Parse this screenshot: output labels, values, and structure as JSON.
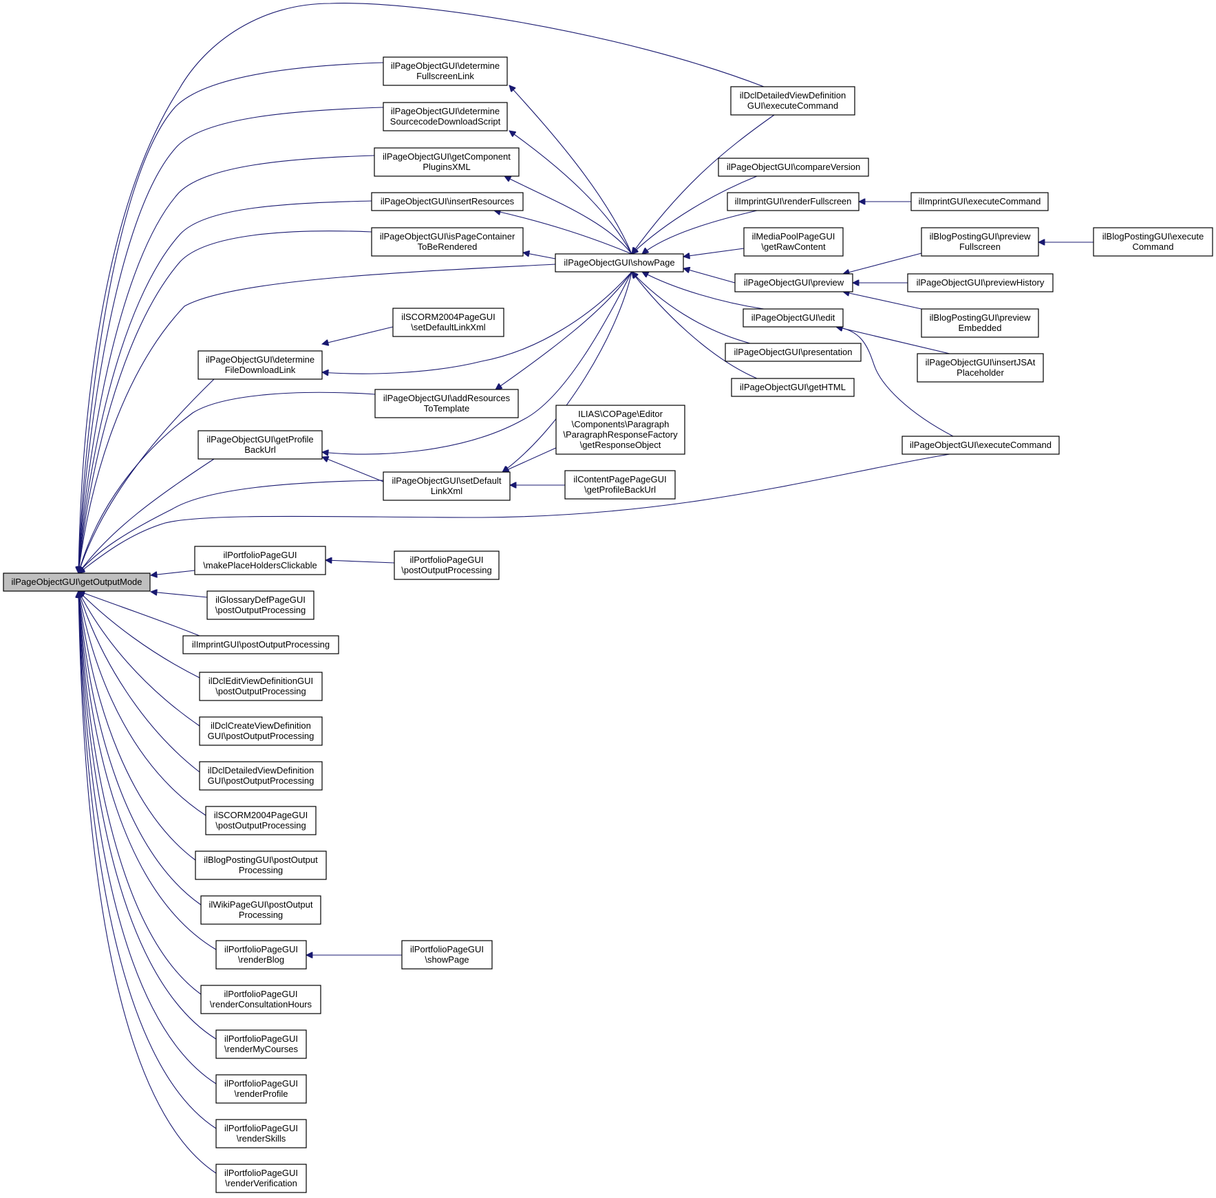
{
  "diagram": {
    "colors": {
      "edge": "#191970",
      "root_fill": "#bfbfbf",
      "node_fill": "#ffffff",
      "node_stroke": "#000000"
    },
    "nodes": [
      {
        "id": "root",
        "lines": [
          "ilPageObjectGUI\\getOutputMode"
        ],
        "root": true
      },
      {
        "id": "detFullscreen",
        "lines": [
          "ilPageObjectGUI\\determine",
          "FullscreenLink"
        ]
      },
      {
        "id": "detSourcecode",
        "lines": [
          "ilPageObjectGUI\\determine",
          "SourcecodeDownloadScript"
        ]
      },
      {
        "id": "getCompPlugins",
        "lines": [
          "ilPageObjectGUI\\getComponent",
          "PluginsXML"
        ]
      },
      {
        "id": "insertRes",
        "lines": [
          "ilPageObjectGUI\\insertResources"
        ]
      },
      {
        "id": "isPageCont",
        "lines": [
          "ilPageObjectGUI\\isPageContainer",
          "ToBeRendered"
        ]
      },
      {
        "id": "showPage",
        "lines": [
          "ilPageObjectGUI\\showPage"
        ]
      },
      {
        "id": "scormSetLink",
        "lines": [
          "ilSCORM2004PageGUI",
          "\\setDefaultLinkXml"
        ]
      },
      {
        "id": "detFileDl",
        "lines": [
          "ilPageObjectGUI\\determine",
          "FileDownloadLink"
        ]
      },
      {
        "id": "addResTpl",
        "lines": [
          "ilPageObjectGUI\\addResources",
          "ToTemplate"
        ]
      },
      {
        "id": "getProfileBack",
        "lines": [
          "ilPageObjectGUI\\getProfile",
          "BackUrl"
        ]
      },
      {
        "id": "setDefLink",
        "lines": [
          "ilPageObjectGUI\\setDefault",
          "LinkXml"
        ]
      },
      {
        "id": "paraResp",
        "lines": [
          "ILIAS\\COPage\\Editor",
          "\\Components\\Paragraph",
          "\\ParagraphResponseFactory",
          "\\getResponseObject"
        ]
      },
      {
        "id": "contentPage",
        "lines": [
          "ilContentPagePageGUI",
          "\\getProfileBackUrl"
        ]
      },
      {
        "id": "dclDetExec",
        "lines": [
          "ilDclDetailedViewDefinition",
          "GUI\\executeCommand"
        ]
      },
      {
        "id": "compareVer",
        "lines": [
          "ilPageObjectGUI\\compareVersion"
        ]
      },
      {
        "id": "impRenderFs",
        "lines": [
          "ilImprintGUI\\renderFullscreen"
        ]
      },
      {
        "id": "impExec",
        "lines": [
          "ilImprintGUI\\executeCommand"
        ]
      },
      {
        "id": "mediaPool",
        "lines": [
          "ilMediaPoolPageGUI",
          "\\getRawContent"
        ]
      },
      {
        "id": "preview",
        "lines": [
          "ilPageObjectGUI\\preview"
        ]
      },
      {
        "id": "blogPrevFs",
        "lines": [
          "ilBlogPostingGUI\\preview",
          "Fullscreen"
        ]
      },
      {
        "id": "blogExec",
        "lines": [
          "ilBlogPostingGUI\\execute",
          "Command"
        ]
      },
      {
        "id": "prevHistory",
        "lines": [
          "ilPageObjectGUI\\previewHistory"
        ]
      },
      {
        "id": "edit",
        "lines": [
          "ilPageObjectGUI\\edit"
        ]
      },
      {
        "id": "blogPrevEmb",
        "lines": [
          "ilBlogPostingGUI\\preview",
          "Embedded"
        ]
      },
      {
        "id": "insertJS",
        "lines": [
          "ilPageObjectGUI\\insertJSAt",
          "Placeholder"
        ]
      },
      {
        "id": "presentation",
        "lines": [
          "ilPageObjectGUI\\presentation"
        ]
      },
      {
        "id": "getHTML",
        "lines": [
          "ilPageObjectGUI\\getHTML"
        ]
      },
      {
        "id": "pageExec",
        "lines": [
          "ilPageObjectGUI\\executeCommand"
        ]
      },
      {
        "id": "portMakePH",
        "lines": [
          "ilPortfolioPageGUI",
          "\\makePlaceHoldersClickable"
        ]
      },
      {
        "id": "portPostOut",
        "lines": [
          "ilPortfolioPageGUI",
          "\\postOutputProcessing"
        ]
      },
      {
        "id": "glossPost",
        "lines": [
          "ilGlossaryDefPageGUI",
          "\\postOutputProcessing"
        ]
      },
      {
        "id": "impPost",
        "lines": [
          "ilImprintGUI\\postOutputProcessing"
        ]
      },
      {
        "id": "dclEditPost",
        "lines": [
          "ilDclEditViewDefinitionGUI",
          "\\postOutputProcessing"
        ]
      },
      {
        "id": "dclCreatePost",
        "lines": [
          "ilDclCreateViewDefinition",
          "GUI\\postOutputProcessing"
        ]
      },
      {
        "id": "dclDetPost",
        "lines": [
          "ilDclDetailedViewDefinition",
          "GUI\\postOutputProcessing"
        ]
      },
      {
        "id": "scormPost",
        "lines": [
          "ilSCORM2004PageGUI",
          "\\postOutputProcessing"
        ]
      },
      {
        "id": "blogPost",
        "lines": [
          "ilBlogPostingGUI\\postOutput",
          "Processing"
        ]
      },
      {
        "id": "wikiPost",
        "lines": [
          "ilWikiPageGUI\\postOutput",
          "Processing"
        ]
      },
      {
        "id": "portRenderBlog",
        "lines": [
          "ilPortfolioPageGUI",
          "\\renderBlog"
        ]
      },
      {
        "id": "portShowPage",
        "lines": [
          "ilPortfolioPageGUI",
          "\\showPage"
        ]
      },
      {
        "id": "portConsult",
        "lines": [
          "ilPortfolioPageGUI",
          "\\renderConsultationHours"
        ]
      },
      {
        "id": "portCourses",
        "lines": [
          "ilPortfolioPageGUI",
          "\\renderMyCourses"
        ]
      },
      {
        "id": "portProfile",
        "lines": [
          "ilPortfolioPageGUI",
          "\\renderProfile"
        ]
      },
      {
        "id": "portSkills",
        "lines": [
          "ilPortfolioPageGUI",
          "\\renderSkills"
        ]
      },
      {
        "id": "portVerif",
        "lines": [
          "ilPortfolioPageGUI",
          "\\renderVerification"
        ]
      }
    ],
    "edges": [
      [
        "detFullscreen",
        "root"
      ],
      [
        "detSourcecode",
        "root"
      ],
      [
        "getCompPlugins",
        "root"
      ],
      [
        "insertRes",
        "root"
      ],
      [
        "isPageCont",
        "root"
      ],
      [
        "showPage",
        "root"
      ],
      [
        "detFileDl",
        "root"
      ],
      [
        "addResTpl",
        "root"
      ],
      [
        "getProfileBack",
        "root"
      ],
      [
        "setDefLink",
        "root"
      ],
      [
        "dclDetExec",
        "root"
      ],
      [
        "pageExec",
        "root"
      ],
      [
        "portMakePH",
        "root"
      ],
      [
        "glossPost",
        "root"
      ],
      [
        "impPost",
        "root"
      ],
      [
        "dclEditPost",
        "root"
      ],
      [
        "dclCreatePost",
        "root"
      ],
      [
        "dclDetPost",
        "root"
      ],
      [
        "scormPost",
        "root"
      ],
      [
        "blogPost",
        "root"
      ],
      [
        "wikiPost",
        "root"
      ],
      [
        "portRenderBlog",
        "root"
      ],
      [
        "portConsult",
        "root"
      ],
      [
        "portCourses",
        "root"
      ],
      [
        "portProfile",
        "root"
      ],
      [
        "portSkills",
        "root"
      ],
      [
        "portVerif",
        "root"
      ],
      [
        "showPage",
        "detFullscreen"
      ],
      [
        "showPage",
        "detSourcecode"
      ],
      [
        "showPage",
        "getCompPlugins"
      ],
      [
        "showPage",
        "insertRes"
      ],
      [
        "showPage",
        "isPageCont"
      ],
      [
        "showPage",
        "detFileDl"
      ],
      [
        "showPage",
        "addResTpl"
      ],
      [
        "showPage",
        "getProfileBack"
      ],
      [
        "showPage",
        "setDefLink"
      ],
      [
        "scormSetLink",
        "detFileDl"
      ],
      [
        "setDefLink",
        "getProfileBack"
      ],
      [
        "paraResp",
        "setDefLink"
      ],
      [
        "contentPage",
        "setDefLink"
      ],
      [
        "dclDetExec",
        "showPage"
      ],
      [
        "compareVer",
        "showPage"
      ],
      [
        "impRenderFs",
        "showPage"
      ],
      [
        "mediaPool",
        "showPage"
      ],
      [
        "preview",
        "showPage"
      ],
      [
        "edit",
        "showPage"
      ],
      [
        "presentation",
        "showPage"
      ],
      [
        "getHTML",
        "showPage"
      ],
      [
        "impExec",
        "impRenderFs"
      ],
      [
        "blogPrevFs",
        "preview"
      ],
      [
        "prevHistory",
        "preview"
      ],
      [
        "blogPrevEmb",
        "preview"
      ],
      [
        "blogExec",
        "blogPrevFs"
      ],
      [
        "insertJS",
        "edit"
      ],
      [
        "pageExec",
        "edit"
      ],
      [
        "portPostOut",
        "portMakePH"
      ],
      [
        "portShowPage",
        "portRenderBlog"
      ]
    ]
  }
}
